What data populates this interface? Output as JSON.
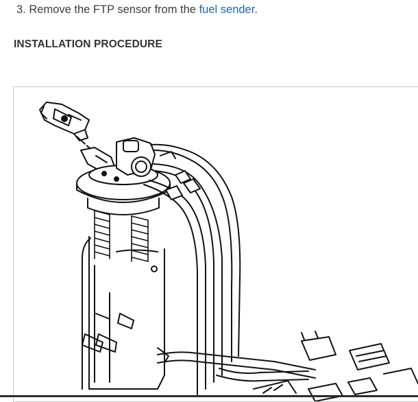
{
  "step": {
    "number": "3.",
    "text_before": "Remove the FTP sensor from the",
    "link_text": "fuel sender",
    "text_after": "."
  },
  "section_heading": "INSTALLATION PROCEDURE",
  "figure": {
    "icon": "fuel-sender-assembly-illustration"
  }
}
